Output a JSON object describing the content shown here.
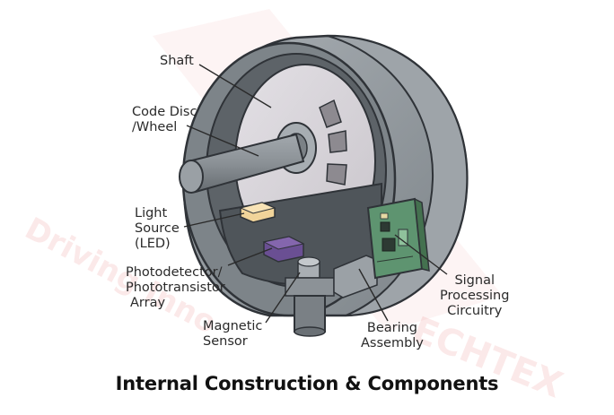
{
  "caption": "Internal Construction & Components",
  "watermark": {
    "text_left": "Driving Inno",
    "text_right": "ECHTEX",
    "color": "#e03030"
  },
  "labels": {
    "shaft": [
      "Shaft"
    ],
    "code_disc": [
      "Code Disc",
      "/Wheel"
    ],
    "light_source": [
      "Light",
      "Source",
      "(LED)"
    ],
    "photodetector": [
      "Photodetector/",
      "Phototransistor",
      "Array"
    ],
    "magnetic_sensor": [
      "Magnetic",
      "Sensor"
    ],
    "bearing_assembly": [
      "Bearing",
      "Assembly"
    ],
    "signal_processing": [
      "Signal",
      "Processing",
      "Circuitry"
    ]
  },
  "colors": {
    "housing": "#8f969b",
    "housing_dark": "#5d6368",
    "disc": "#d8d5da",
    "shaft": "#868c92",
    "led": "#f1d49a",
    "photodetector": "#6a4f93",
    "pcb": "#5e9470",
    "outline": "#2f3338"
  }
}
